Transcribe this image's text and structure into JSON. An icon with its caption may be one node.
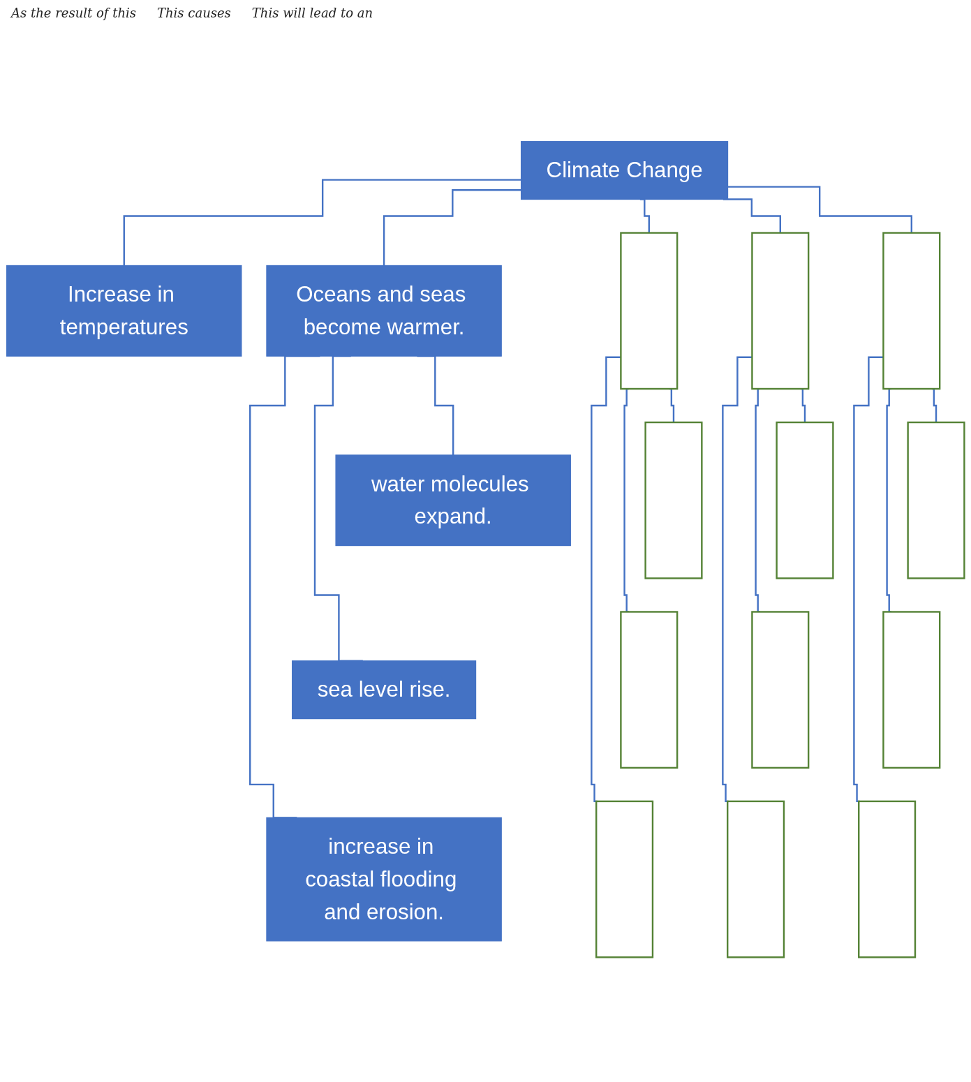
{
  "diagram": {
    "nodes": [
      {
        "text": [
          "Climate Change"
        ]
      },
      {
        "text": [
          "Increase in temperatures"
        ]
      },
      {
        "text": [
          "Oceans and seas become warmer."
        ]
      },
      {
        "text": [],
        "shape": "box"
      },
      {
        "text": [],
        "shape": "box"
      },
      {
        "text": [],
        "shape": "box"
      },
      {
        "text": [
          "water molecules expand."
        ]
      },
      {
        "text": [],
        "shape": "box"
      },
      {
        "text": [],
        "shape": "box"
      },
      {
        "text": [],
        "shape": "box"
      },
      {
        "text": [
          "sea level rise."
        ]
      },
      {
        "text": [],
        "shape": "box"
      },
      {
        "text": [],
        "shape": "box"
      },
      {
        "text": [],
        "shape": "box"
      },
      {
        "text": [
          "increase in coastal flooding and erosion."
        ]
      },
      {
        "text": [],
        "shape": "box"
      },
      {
        "text": [],
        "shape": "box"
      },
      {
        "text": [],
        "shape": "box"
      }
    ],
    "edges": [
      {
        "from": 0,
        "to": 1,
        "arrow": "none"
      },
      {
        "from": 0,
        "to": 2,
        "arrow": "none"
      },
      {
        "from": 0,
        "to": 3,
        "arrow": "none"
      },
      {
        "from": 0,
        "to": 4,
        "arrow": "none"
      },
      {
        "from": 0,
        "to": 5,
        "arrow": "none"
      },
      {
        "from": 2,
        "to": 6,
        "arrow": "none"
      },
      {
        "from": 2,
        "to": 10,
        "arrow": "none"
      },
      {
        "from": 2,
        "to": 14,
        "arrow": "none"
      },
      {
        "from": 3,
        "to": 7,
        "arrow": "none"
      },
      {
        "from": 3,
        "to": 11,
        "arrow": "none"
      },
      {
        "from": 3,
        "to": 15,
        "arrow": "none"
      },
      {
        "from": 4,
        "to": 8,
        "arrow": "none"
      },
      {
        "from": 4,
        "to": 12,
        "arrow": "none"
      },
      {
        "from": 4,
        "to": 16,
        "arrow": "none"
      },
      {
        "from": 5,
        "to": 9,
        "arrow": "none"
      },
      {
        "from": 5,
        "to": 13,
        "arrow": "none"
      },
      {
        "from": 5,
        "to": 17,
        "arrow": "none"
      }
    ],
    "labels": [
      "As the result of this",
      "This causes",
      "This will lead to an"
    ]
  }
}
